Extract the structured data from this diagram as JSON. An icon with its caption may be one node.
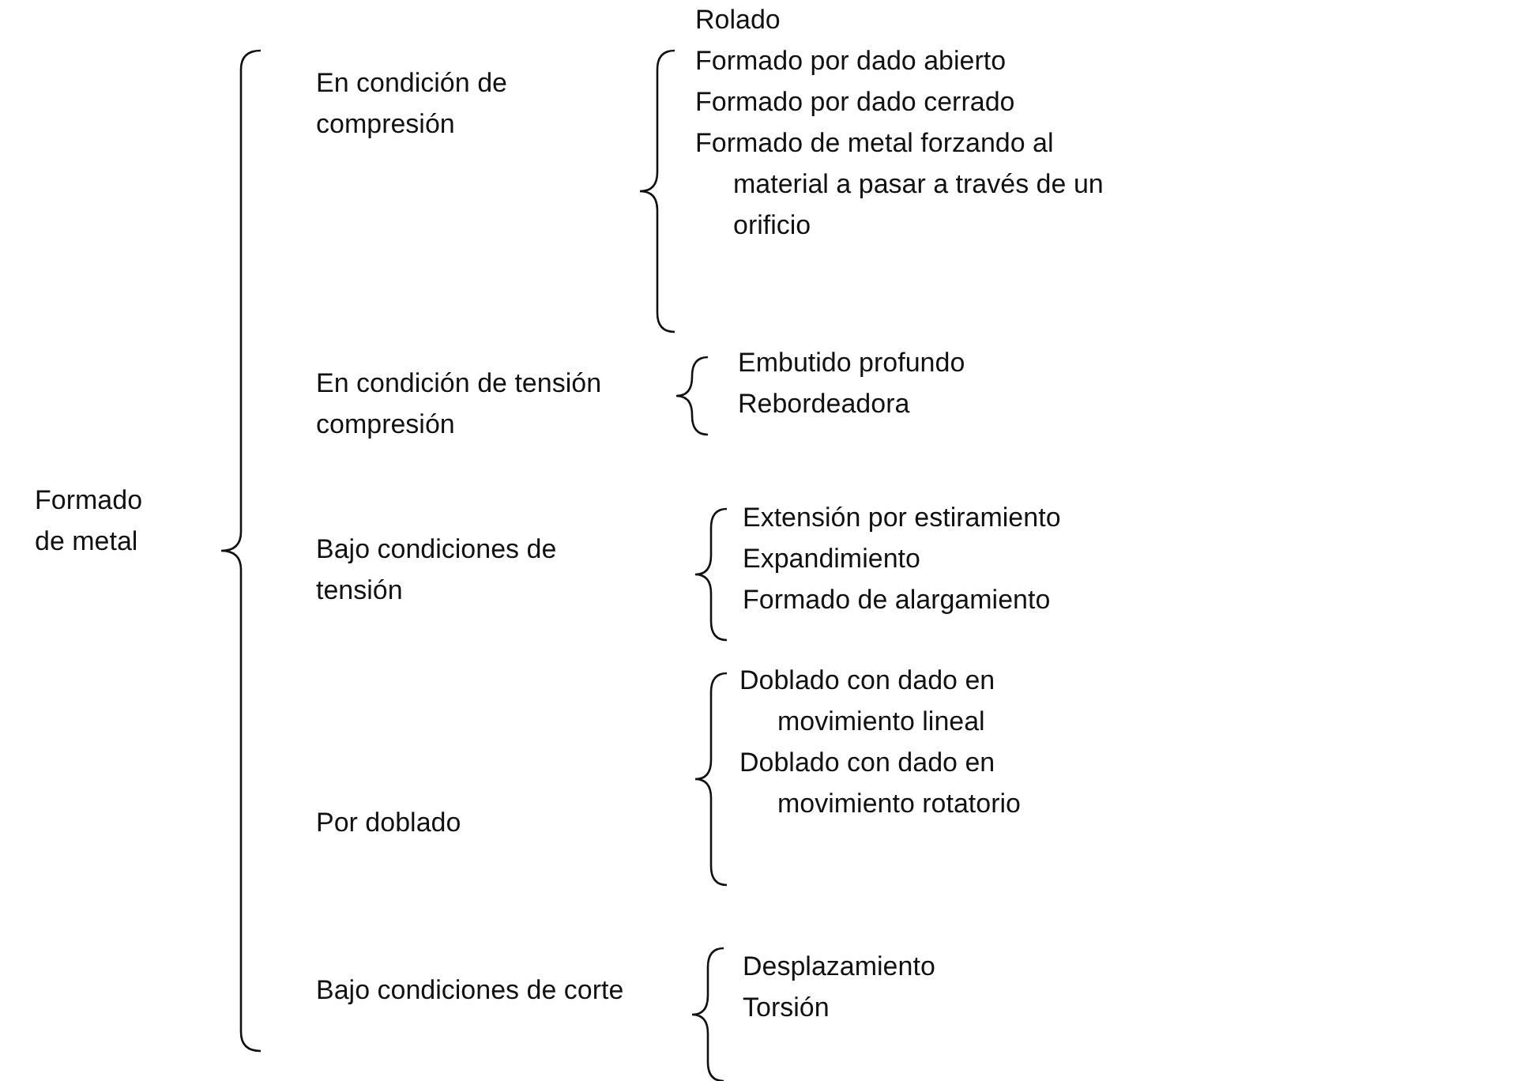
{
  "diagram": {
    "labels": [
      "Formado de metal",
      "En condición de compresión",
      "Rolado",
      "Formado por dado abierto",
      "Formado por dado cerrado",
      "Formado de metal forzando al material a pasar a través de un orificio",
      "En condición de tensión compresión",
      "Embutido profundo",
      "Rebordeadora",
      "Bajo condiciones de tensión",
      "Extensión por estiramiento",
      "Expandimiento",
      "Formado de alargamiento",
      "Por doblado",
      "Doblado con dado en movimiento lineal",
      "Doblado con dado en movimiento rotatorio",
      "Bajo condiciones de corte",
      "Desplazamiento",
      "Torsión"
    ]
  }
}
